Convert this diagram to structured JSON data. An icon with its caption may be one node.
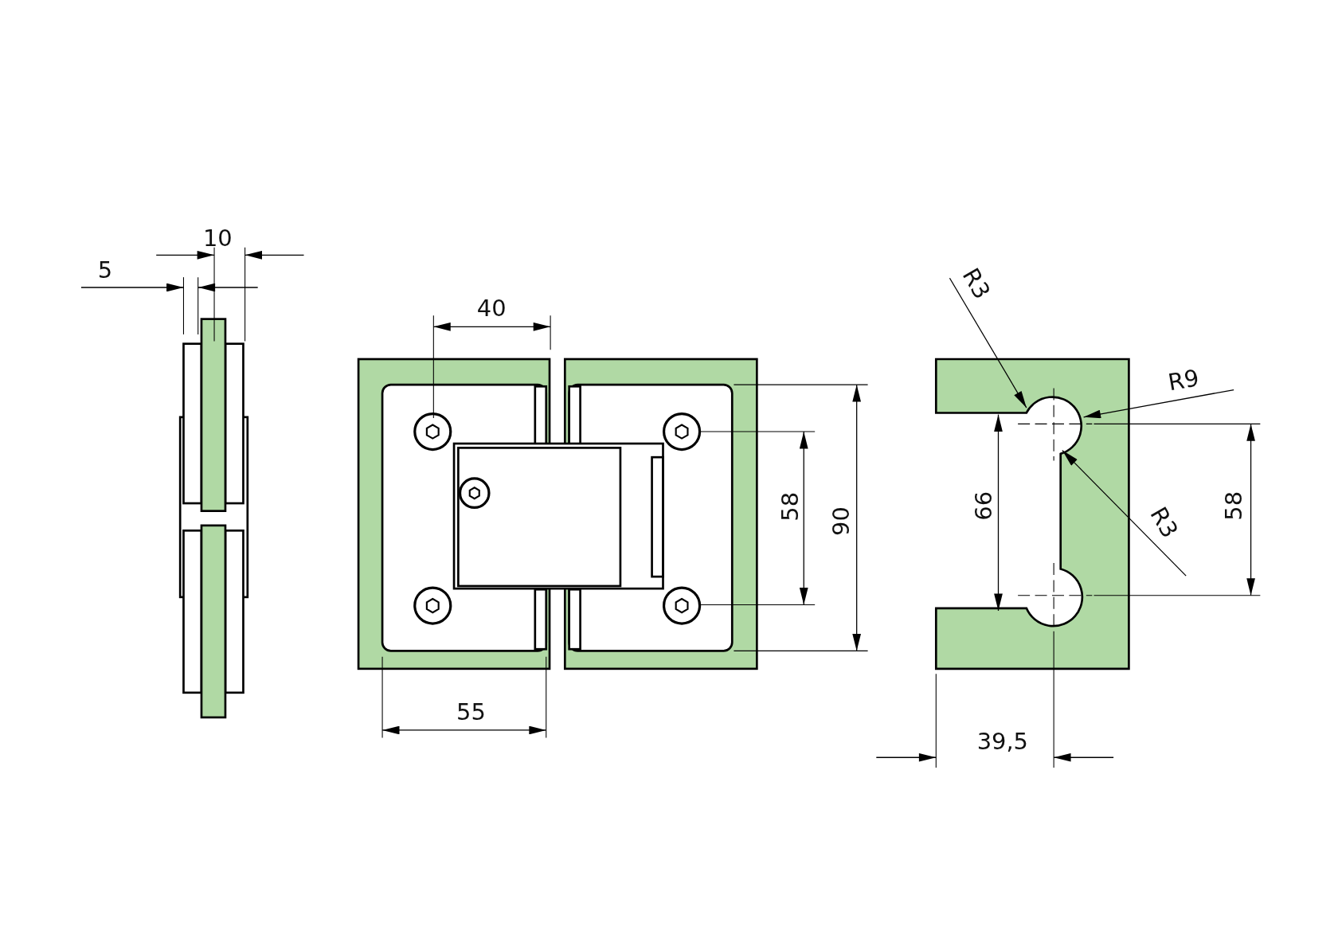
{
  "diagram": {
    "labels": [
      "10",
      "5",
      "40",
      "90",
      "58",
      "55",
      "R3",
      "R9",
      "66",
      "R3",
      "58",
      "39,5"
    ]
  }
}
